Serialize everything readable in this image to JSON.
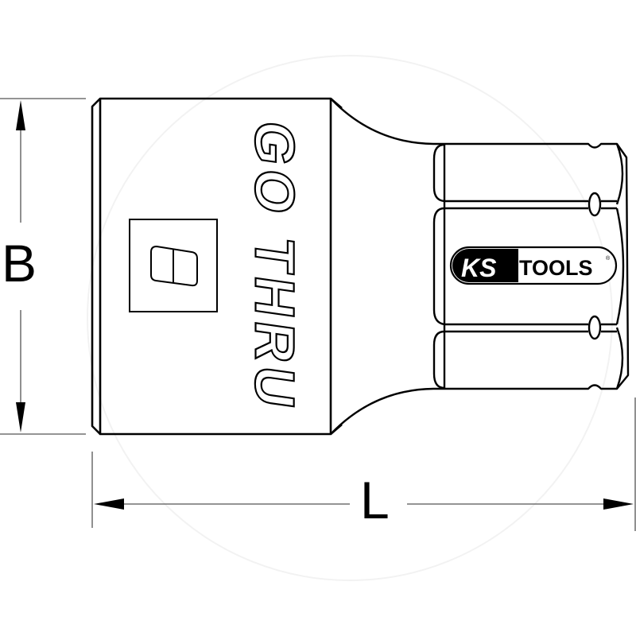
{
  "drawing": {
    "subject": "socket-with-hex-drive",
    "stroke_color": "#000000",
    "background_color": "#ffffff",
    "engraving_text": "GO THRU",
    "engraving_letters": [
      "G",
      "O",
      "T",
      "H",
      "R",
      "U"
    ]
  },
  "dimensions": {
    "height_label": "B",
    "length_label": "L"
  },
  "logo": {
    "brand_left": "KS",
    "brand_right": "TOOLS",
    "registered_mark": "®",
    "left_bg": "#000000",
    "left_fg": "#ffffff",
    "right_bg": "#ffffff",
    "right_fg": "#000000"
  }
}
